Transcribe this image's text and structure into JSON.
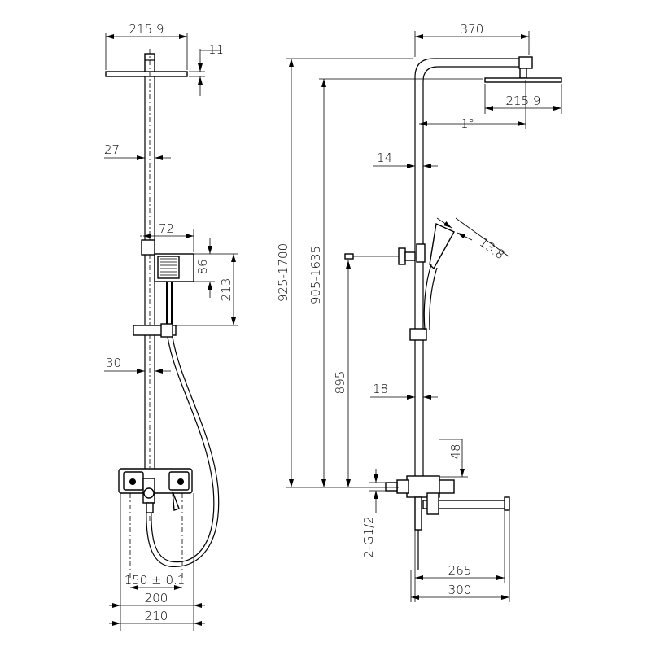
{
  "front_view": {
    "head_width": "215.9",
    "head_thickness": "11",
    "pipe_offset_upper": "27",
    "holder_width": "72",
    "holder_height": "86",
    "holder_offset": "213",
    "pipe_offset_lower": "30",
    "inlet_spacing": "150 ± 0.1",
    "mixer_width": "200",
    "overall_width": "210"
  },
  "side_view": {
    "arm_reach": "370",
    "head_width": "215.9",
    "head_angle": "1°",
    "upper_pipe_dia": "14",
    "hand_shower_dia": "13.8",
    "total_height": "925-1700",
    "head_height": "905-1635",
    "holder_height": "895",
    "lower_pipe_dia": "18",
    "mixer_offset": "48",
    "inlet_thread": "2-G1/2",
    "spout_reach": "265",
    "spout_total": "300"
  }
}
